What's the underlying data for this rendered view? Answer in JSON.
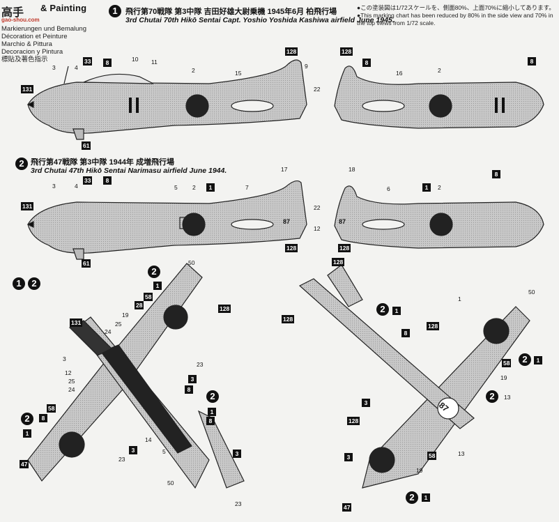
{
  "header": {
    "logo_text": "高手",
    "logo_sub": "gao-shou.com",
    "title": "& Painting",
    "languages": [
      "Markierungen und Bemalung",
      "Décoration et Peinture",
      "Marchio & Pittura",
      "Decoracion y Pintura",
      "標貼及著色指示"
    ]
  },
  "scheme1": {
    "badge": "1",
    "line_jp": "飛行第70戦隊  第3中隊  吉田好雄大尉乗機  1945年6月  柏飛行場",
    "line_en": "3rd Chutai 70th Hikō Sentai Capt. Yoshio Yoshida Kashiwa airfield  June 1945."
  },
  "scheme2": {
    "badge": "2",
    "line_jp": "飛行第47戦隊  第3中隊  1944年  成増飛行場",
    "line_en": "3rd Chutai 47th Hikō Sentai Narimasu airfield  June 1944."
  },
  "scale_note": {
    "jp": "●この塗装図は1/72スケールを、側面80%、上面70%に縮小してあります。",
    "en": "●This marking chart has been reduced by 80% in the side view and 70% in the top views from 1/72 scale."
  },
  "top_badges": [
    "1",
    "2"
  ],
  "side1_labels": {
    "left": [
      "3",
      "4",
      "33",
      "8",
      "10",
      "11",
      "15",
      "2",
      "128",
      "9",
      "131",
      "61",
      "22"
    ],
    "right": [
      "128",
      "8",
      "16",
      "2",
      "8",
      "22"
    ]
  },
  "side2_labels": {
    "left": [
      "3",
      "4",
      "33",
      "8",
      "5",
      "2",
      "1",
      "7",
      "17",
      "131",
      "61",
      "128",
      "22",
      "12"
    ],
    "right": [
      "18",
      "6",
      "1",
      "2",
      "8",
      "128",
      "22",
      "12"
    ],
    "tail_code": "87"
  },
  "top_left_labels": [
    "50",
    "1",
    "128",
    "58",
    "28",
    "19",
    "24",
    "25",
    "131",
    "3",
    "23",
    "12",
    "25",
    "24",
    "8",
    "3",
    "58",
    "8",
    "1",
    "47",
    "3",
    "14",
    "23",
    "5",
    "50",
    "23",
    "3",
    "1",
    "2",
    "8",
    "2",
    "2"
  ],
  "top_right_labels": [
    "128",
    "128",
    "2",
    "1",
    "8",
    "50",
    "1",
    "128",
    "58",
    "19",
    "2",
    "1",
    "13",
    "3",
    "128",
    "3",
    "13",
    "58",
    "19",
    "47",
    "2",
    "1",
    "2"
  ],
  "wing_code": "87"
}
